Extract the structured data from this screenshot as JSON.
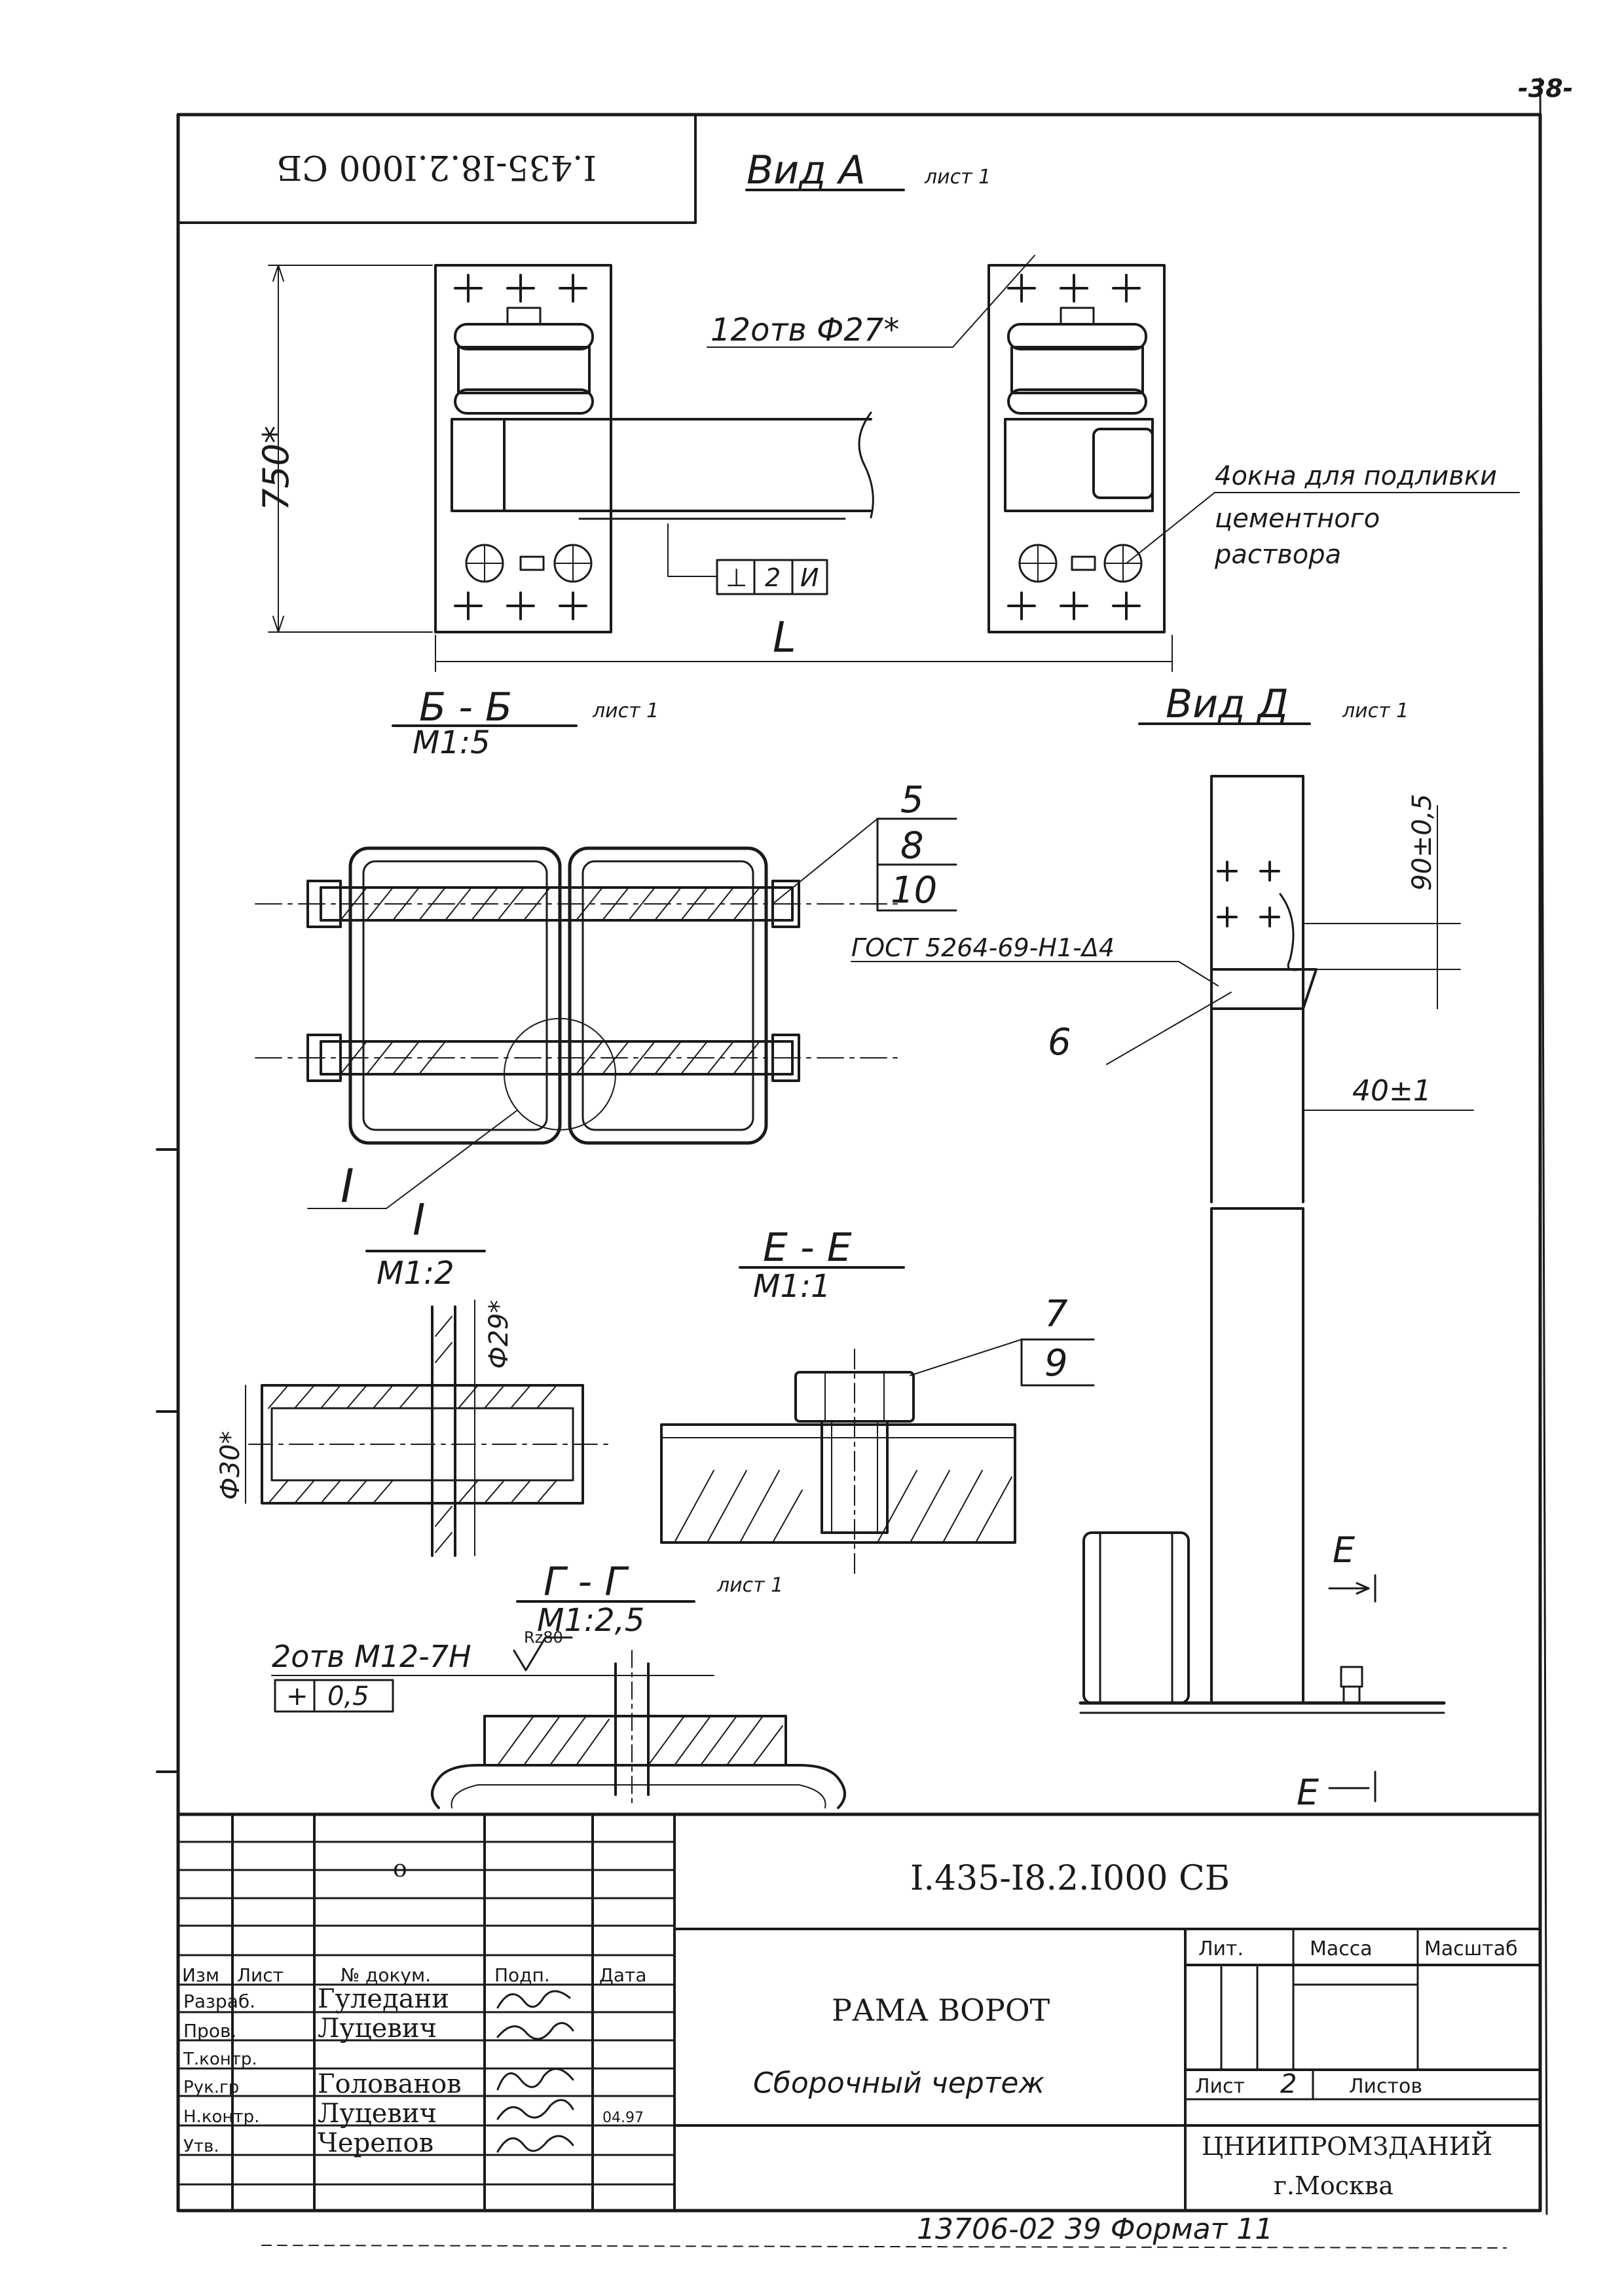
{
  "sheet": {
    "page_no": "-38-",
    "top_stamp": "I.435-I8.2.I000 СБ",
    "bottom_note": "13706-02   39   Формат 11"
  },
  "views": {
    "vid_a": "Вид А",
    "vid_a_sheet": "лист 1",
    "holes_note": "12отв Ф27*",
    "dim_750": "750*",
    "dim_L": "L",
    "tol_frame": [
      "⊥",
      "2",
      "И"
    ],
    "windows_note": [
      "4окна для подливки",
      "цементного",
      "раствора"
    ],
    "bb_title": "Б - Б",
    "bb_sheet": "лист 1",
    "bb_scale": "М1:5",
    "bb_callouts": [
      "5",
      "8",
      "10"
    ],
    "gost_note": "ГОСТ 5264-69-Н1-Δ4",
    "callout_6": "6",
    "callout_I": "I",
    "vid_d": "Вид Д",
    "vid_d_sheet": "лист 1",
    "dim_90": "90±0,5",
    "dim_40": "40±1",
    "detail_I_title": "I",
    "detail_I_scale": "М1:2",
    "dim_d29": "Ф29*",
    "dim_d30": "Ф30*",
    "ee_title": "Е - Е",
    "ee_scale": "М1:1",
    "ee_callouts": [
      "7",
      "9"
    ],
    "gg_title": "Г - Г",
    "gg_sheet": "лист 1",
    "gg_scale": "М1:2,5",
    "thread_note": "2отв М12-7Н",
    "roughness": "Rz80",
    "pos_tol": [
      "+",
      "0,5"
    ],
    "label_E": "Е"
  },
  "title_block": {
    "doc_code": "I.435-I8.2.I000 СБ",
    "title": "РАМА ВОРОТ",
    "subtitle": "Сборочный чертеж",
    "header_cols": [
      "Изм",
      "Лист",
      "№ докум.",
      "Подп.",
      "Дата"
    ],
    "roles": [
      {
        "role": "Разраб.",
        "name": "Гуледани"
      },
      {
        "role": "Пров.",
        "name": "Луцевич"
      },
      {
        "role": "Т.контр.",
        "name": ""
      },
      {
        "role": "Рук.гр",
        "name": "Голованов"
      },
      {
        "role": "Н.контр.",
        "name": "Луцевич"
      },
      {
        "role": "Утв.",
        "name": "Черепов"
      }
    ],
    "date_note": "04.97",
    "lit_label": "Лит.",
    "mass_label": "Масса",
    "scale_label": "Масштаб",
    "sheet_label": "Лист",
    "sheet_no": "2",
    "sheets_label": "Листов",
    "org": "ЦНИИПРОМЗДАНИЙ",
    "city": "г.Москва",
    "circle_mark": "о"
  }
}
